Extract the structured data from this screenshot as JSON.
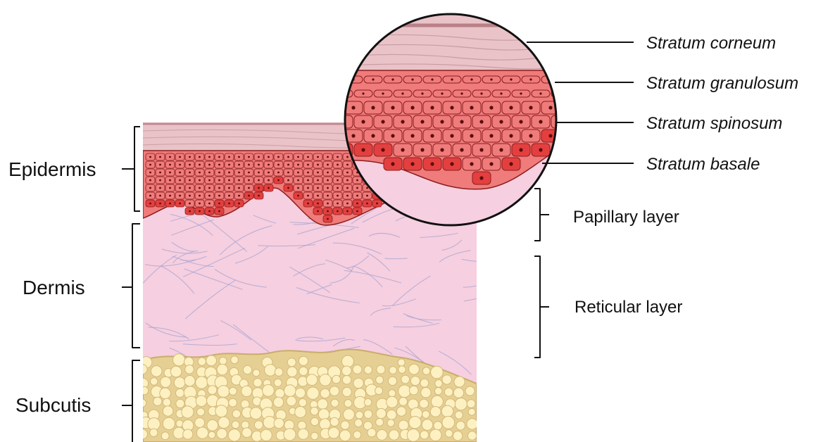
{
  "layers": {
    "epidermis": "Epidermis",
    "dermis": "Dermis",
    "subcutis": "Subcutis"
  },
  "dermis_sublayers": {
    "papillary": "Papillary layer",
    "reticular": "Reticular layer"
  },
  "strata": {
    "corneum": "Stratum corneum",
    "granulosum": "Stratum granulosum",
    "spinosum": "Stratum spinosum",
    "basale": "Stratum basale"
  },
  "colors": {
    "corneum": "#e9c3c8",
    "cells": "#ef7b7b",
    "basal_cells": "#e43f3f",
    "dermis": "#f6cfe0",
    "fibers": "#a8a4cf",
    "fat": "#fdf1c2",
    "fat_outline": "#d4b97a"
  }
}
